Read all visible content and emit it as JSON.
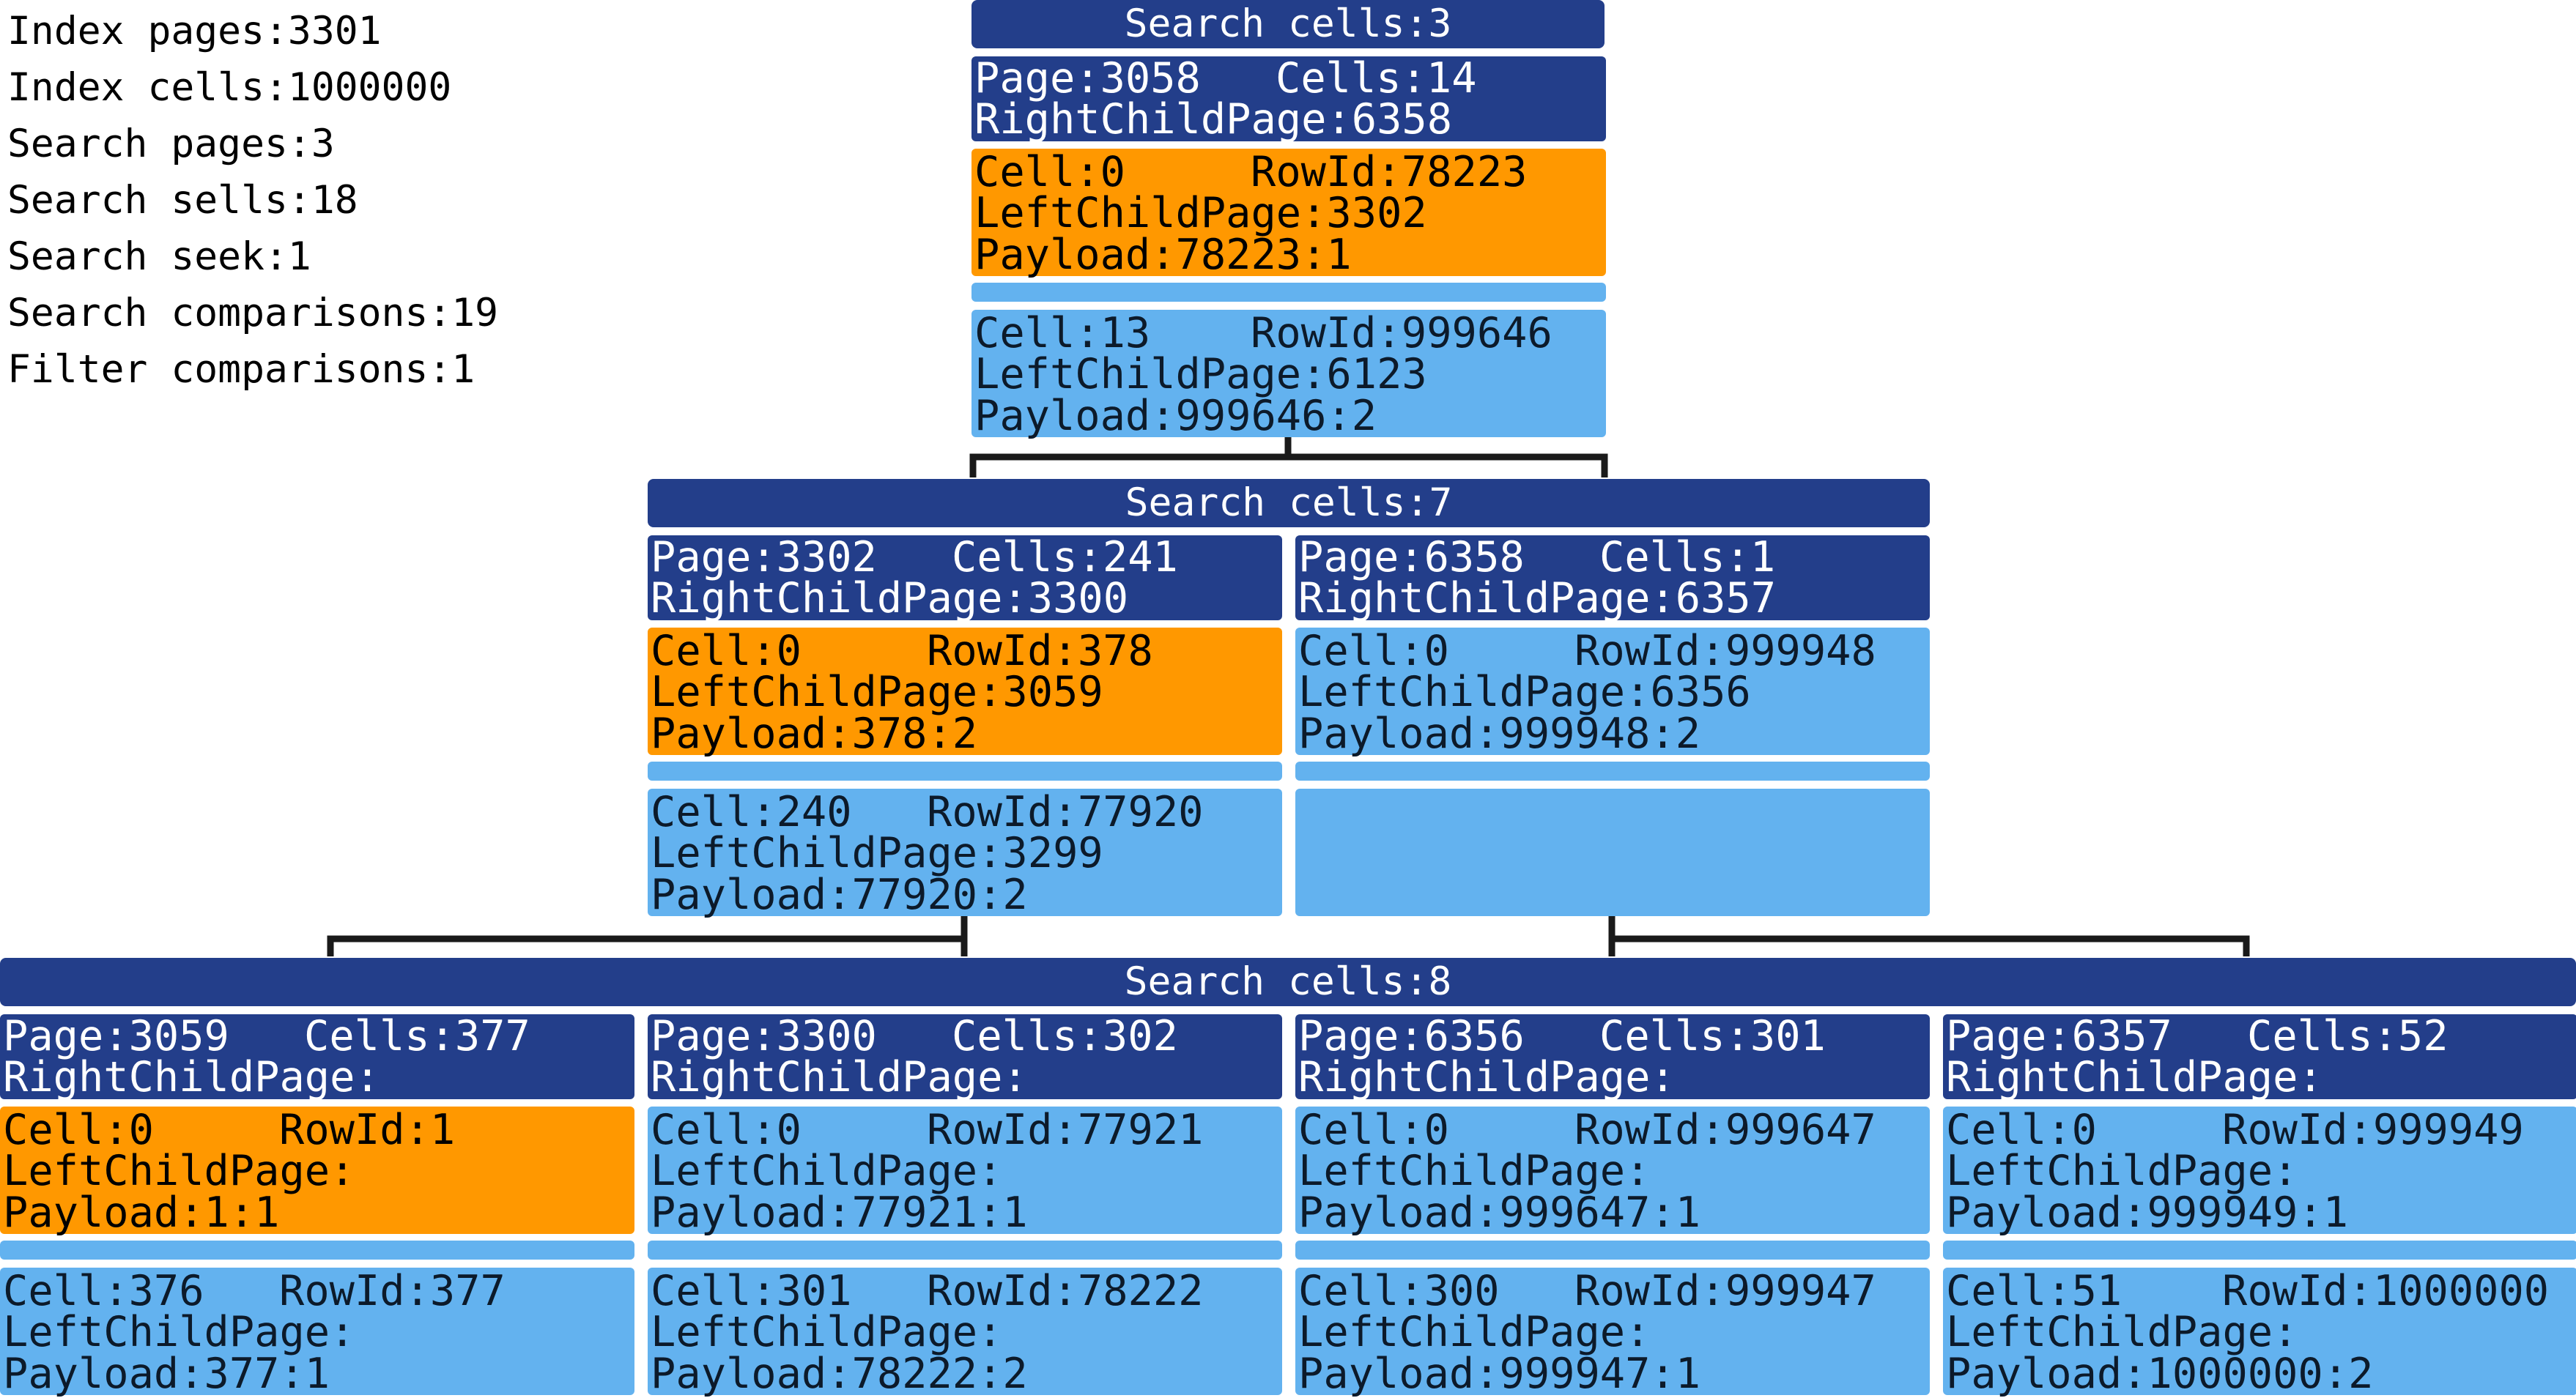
{
  "stats": [
    "Index pages:3301",
    "Index cells:1000000",
    "Search pages:3",
    "Search sells:18",
    "Search seek:1",
    "Search comparisons:19",
    "Filter comparisons:1"
  ],
  "levels": [
    {
      "header": "Search cells:3",
      "pages": [
        {
          "page_label": "Page:3058",
          "cells_label": "Cells:14",
          "right_child": "RightChildPage:6358",
          "first_cell": {
            "cell": "Cell:0",
            "rowid": "RowId:78223",
            "left_child": "LeftChildPage:3302",
            "payload": "Payload:78223:1",
            "highlighted": true
          },
          "last_cell": {
            "cell": "Cell:13",
            "rowid": "RowId:999646",
            "left_child": "LeftChildPage:6123",
            "payload": "Payload:999646:2",
            "highlighted": false
          }
        }
      ]
    },
    {
      "header": "Search cells:7",
      "pages": [
        {
          "page_label": "Page:3302",
          "cells_label": "Cells:241",
          "right_child": "RightChildPage:3300",
          "first_cell": {
            "cell": "Cell:0",
            "rowid": "RowId:378",
            "left_child": "LeftChildPage:3059",
            "payload": "Payload:378:2",
            "highlighted": true
          },
          "last_cell": {
            "cell": "Cell:240",
            "rowid": "RowId:77920",
            "left_child": "LeftChildPage:3299",
            "payload": "Payload:77920:2",
            "highlighted": false
          }
        },
        {
          "page_label": "Page:6358",
          "cells_label": "Cells:1",
          "right_child": "RightChildPage:6357",
          "first_cell": {
            "cell": "Cell:0",
            "rowid": "RowId:999948",
            "left_child": "LeftChildPage:6356",
            "payload": "Payload:999948:2",
            "highlighted": false
          },
          "last_cell": {
            "cell": "",
            "rowid": "",
            "left_child": "",
            "payload": "",
            "highlighted": false
          }
        }
      ]
    },
    {
      "header": "Search cells:8",
      "pages": [
        {
          "page_label": "Page:3059",
          "cells_label": "Cells:377",
          "right_child": "RightChildPage:",
          "first_cell": {
            "cell": "Cell:0",
            "rowid": "RowId:1",
            "left_child": "LeftChildPage:",
            "payload": "Payload:1:1",
            "highlighted": true
          },
          "last_cell": {
            "cell": "Cell:376",
            "rowid": "RowId:377",
            "left_child": "LeftChildPage:",
            "payload": "Payload:377:1",
            "highlighted": false
          }
        },
        {
          "page_label": "Page:3300",
          "cells_label": "Cells:302",
          "right_child": "RightChildPage:",
          "first_cell": {
            "cell": "Cell:0",
            "rowid": "RowId:77921",
            "left_child": "LeftChildPage:",
            "payload": "Payload:77921:1",
            "highlighted": false
          },
          "last_cell": {
            "cell": "Cell:301",
            "rowid": "RowId:78222",
            "left_child": "LeftChildPage:",
            "payload": "Payload:78222:2",
            "highlighted": false
          }
        },
        {
          "page_label": "Page:6356",
          "cells_label": "Cells:301",
          "right_child": "RightChildPage:",
          "first_cell": {
            "cell": "Cell:0",
            "rowid": "RowId:999647",
            "left_child": "LeftChildPage:",
            "payload": "Payload:999647:1",
            "highlighted": false
          },
          "last_cell": {
            "cell": "Cell:300",
            "rowid": "RowId:999947",
            "left_child": "LeftChildPage:",
            "payload": "Payload:999947:1",
            "highlighted": false
          }
        },
        {
          "page_label": "Page:6357",
          "cells_label": "Cells:52",
          "right_child": "RightChildPage:",
          "first_cell": {
            "cell": "Cell:0",
            "rowid": "RowId:999949",
            "left_child": "LeftChildPage:",
            "payload": "Payload:999949:1",
            "highlighted": false
          },
          "last_cell": {
            "cell": "Cell:51",
            "rowid": "RowId:1000000",
            "left_child": "LeftChildPage:",
            "payload": "Payload:1000000:2",
            "highlighted": false
          }
        }
      ]
    }
  ],
  "colors": {
    "header": "#233e8a",
    "cell": "#63b2ef",
    "highlight": "#ff9800",
    "connector": "#1a1a1a"
  }
}
